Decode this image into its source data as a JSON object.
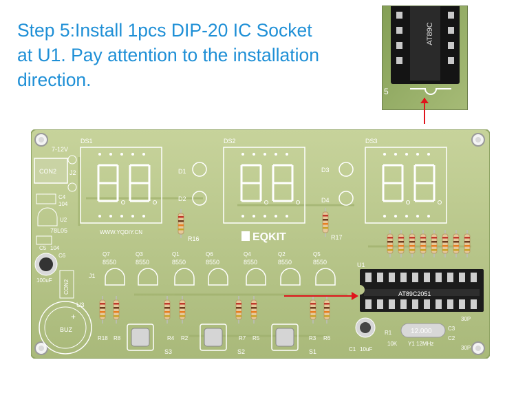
{
  "instruction": {
    "lines": [
      "Step 5:Install 1pcs DIP-20 IC Socket",
      "at U1. Pay attention to the installation",
      "direction."
    ],
    "color": "#1e8fd6"
  },
  "inset": {
    "chip_label": "AT89C"
  },
  "board": {
    "brand": "EQKIT",
    "url": "WWW.YQDIY.CN",
    "displays": [
      "DS1",
      "DS2",
      "DS3"
    ],
    "power": {
      "voltage": "7-12V",
      "connector": "CON2",
      "jack": "J2",
      "cap_c4": "C4",
      "cap_c4_value": "104"
    },
    "regulator": {
      "ref": "U2",
      "part": "78L05"
    },
    "caps": {
      "c5": "C5",
      "c5_value": "104",
      "c6": "C6",
      "c6_value": "100uF"
    },
    "connector_j1": {
      "con": "CON2",
      "ref": "J1"
    },
    "leds": [
      "D1",
      "D2",
      "D3",
      "D4"
    ],
    "led_resistors": [
      "R16",
      "R17"
    ],
    "transistors": [
      {
        "ref": "Q7",
        "part": "8550"
      },
      {
        "ref": "Q3",
        "part": "8550"
      },
      {
        "ref": "Q1",
        "part": "8550"
      },
      {
        "ref": "Q6",
        "part": "8550"
      },
      {
        "ref": "Q4",
        "part": "8550"
      },
      {
        "ref": "Q2",
        "part": "8550"
      },
      {
        "ref": "Q5",
        "part": "8550"
      }
    ],
    "buzzer": {
      "ref": "U3",
      "label": "BUZ",
      "polarity": "+"
    },
    "resistor_pairs": [
      {
        "a": "R18",
        "b": "R8"
      },
      {
        "a": "R4",
        "b": "R2"
      },
      {
        "a": "R7",
        "b": "R5"
      },
      {
        "a": "R3",
        "b": "R6"
      }
    ],
    "switches": [
      "S3",
      "S2",
      "S1"
    ],
    "ic": {
      "ref": "U1",
      "part": "AT89C2051"
    },
    "crystal": {
      "freq": "12.000",
      "label": "Y1 12MHz"
    },
    "r1": {
      "ref": "R1",
      "value": "10K"
    },
    "c1": {
      "ref": "C1",
      "value": "10uF"
    },
    "c2": {
      "ref": "C2",
      "value": "30P"
    },
    "c3": {
      "ref": "C3",
      "value": "30P"
    }
  },
  "colors": {
    "board": "#b9c58a",
    "solder_mask_edge": "#8fa464",
    "arrow": "#e0141c",
    "display_silk": "#ffffff",
    "socket": "#1c1c1c"
  }
}
